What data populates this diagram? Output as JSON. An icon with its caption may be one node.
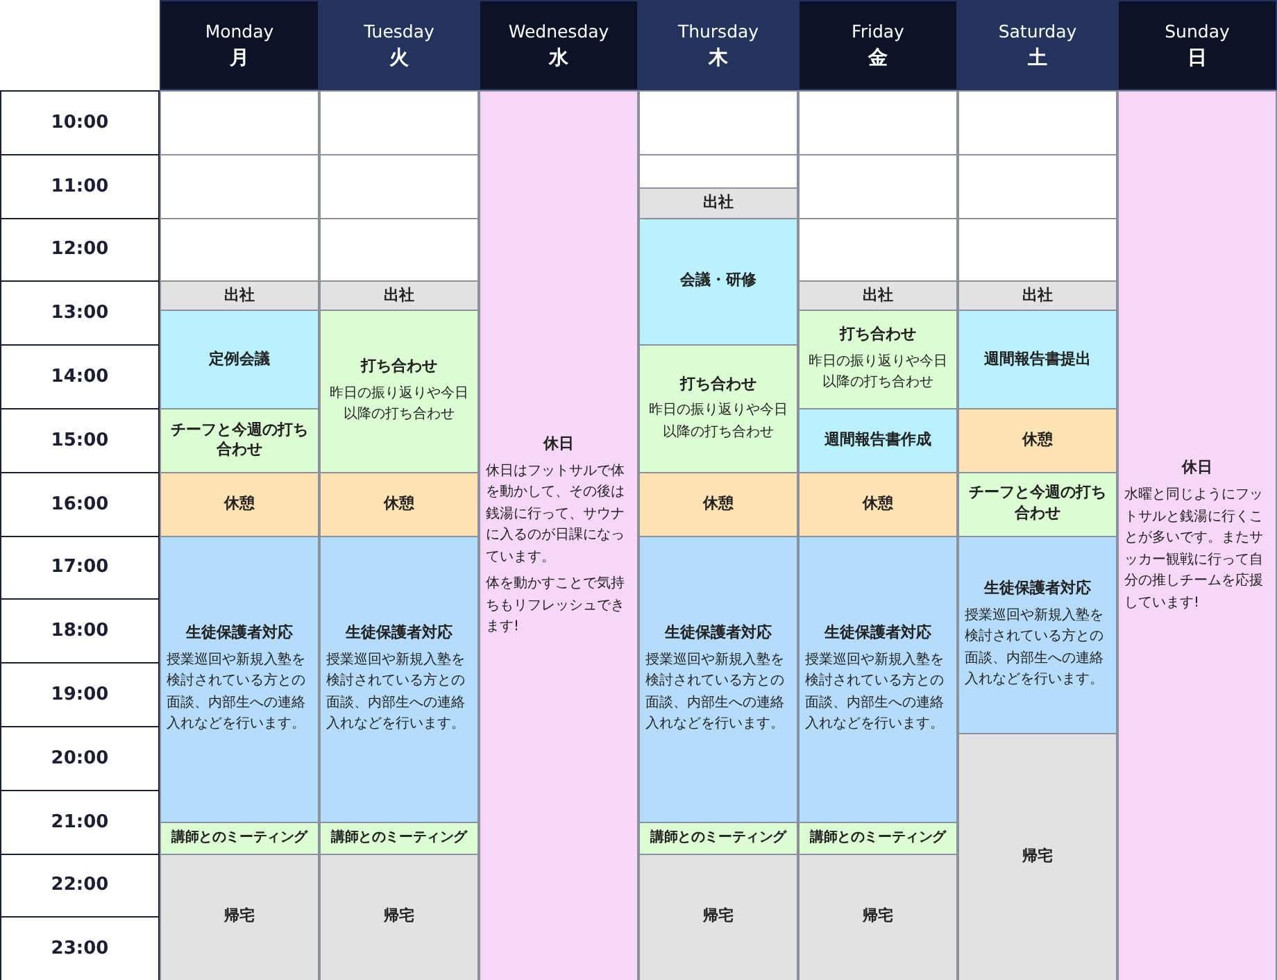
{
  "diagram": {
    "nodes": [
      {
        "text": [
          "Monday",
          "月"
        ]
      },
      {
        "text": [
          "Tuesday",
          "火"
        ]
      },
      {
        "text": [
          "Wednesday",
          "水"
        ]
      },
      {
        "text": [
          "Thursday",
          "木"
        ]
      },
      {
        "text": [
          "Friday",
          "金"
        ]
      },
      {
        "text": [
          "Saturday",
          "土"
        ]
      },
      {
        "text": [
          "Sunday",
          "日"
        ]
      },
      {
        "text": [
          "10:00"
        ]
      },
      {
        "text": [
          "11:00"
        ]
      },
      {
        "text": [
          "12:00"
        ]
      },
      {
        "text": [
          "13:00"
        ]
      },
      {
        "text": [
          "14:00"
        ]
      },
      {
        "text": [
          "15:00"
        ]
      },
      {
        "text": [
          "16:00"
        ]
      },
      {
        "text": [
          "17:00"
        ]
      },
      {
        "text": [
          "18:00"
        ]
      },
      {
        "text": [
          "19:00"
        ]
      },
      {
        "text": [
          "20:00"
        ]
      },
      {
        "text": [
          "21:00"
        ]
      },
      {
        "text": [
          "22:00"
        ]
      },
      {
        "text": [
          "23:00"
        ]
      },
      {
        "text": [],
        "shape": "box"
      },
      {
        "text": [],
        "shape": "box"
      },
      {
        "text": [],
        "shape": "box"
      },
      {
        "text": [
          "出社"
        ]
      },
      {
        "text": [
          "定例会議"
        ]
      },
      {
        "text": [
          "チーフと今週の打ち合わせ"
        ]
      },
      {
        "text": [
          "休憩"
        ]
      },
      {
        "text": [
          "生徒保護者対応",
          "授業巡回や新規入塾を検討されている方との面談、内部生への連絡入れなどを行います。"
        ]
      },
      {
        "text": [
          "講師とのミーティング"
        ]
      },
      {
        "text": [
          "帰宅"
        ]
      },
      {
        "text": [],
        "shape": "box"
      },
      {
        "text": [],
        "shape": "box"
      },
      {
        "text": [],
        "shape": "box"
      },
      {
        "text": [
          "出社"
        ]
      },
      {
        "text": [
          "打ち合わせ",
          "昨日の振り返りや今日以降の打ち合わせ"
        ]
      },
      {
        "text": [
          "休憩"
        ]
      },
      {
        "text": [
          "生徒保護者対応",
          "授業巡回や新規入塾を検討されている方との面談、内部生への連絡入れなどを行います。"
        ]
      },
      {
        "text": [
          "講師とのミーティング"
        ]
      },
      {
        "text": [
          "帰宅"
        ]
      },
      {
        "text": [
          "休日",
          "休日はフットサルで体を動かして、その後は銭湯に行って、サウナに入るのが日課になっています。",
          "体を動かすことで気持ちもリフレッシュできます!"
        ]
      },
      {
        "text": [],
        "shape": "box"
      },
      {
        "text": [],
        "shape": "box"
      },
      {
        "text": [
          "出社"
        ]
      },
      {
        "text": [
          "会議・研修"
        ]
      },
      {
        "text": [
          "打ち合わせ",
          "昨日の振り返りや今日以降の打ち合わせ"
        ]
      },
      {
        "text": [
          "休憩"
        ]
      },
      {
        "text": [
          "生徒保護者対応",
          "授業巡回や新規入塾を検討されている方との面談、内部生への連絡入れなどを行います。"
        ]
      },
      {
        "text": [
          "講師とのミーティング"
        ]
      },
      {
        "text": [
          "帰宅"
        ]
      },
      {
        "text": [],
        "shape": "box"
      },
      {
        "text": [],
        "shape": "box"
      },
      {
        "text": [],
        "shape": "box"
      },
      {
        "text": [
          "出社"
        ]
      },
      {
        "text": [
          "打ち合わせ",
          "昨日の振り返りや今日以降の打ち合わせ"
        ]
      },
      {
        "text": [
          "週間報告書作成"
        ]
      },
      {
        "text": [
          "休憩"
        ]
      },
      {
        "text": [
          "生徒保護者対応",
          "授業巡回や新規入塾を検討されている方との面談、内部生への連絡入れなどを行います。"
        ]
      },
      {
        "text": [
          "講師とのミーティング"
        ]
      },
      {
        "text": [
          "帰宅"
        ]
      },
      {
        "text": [],
        "shape": "box"
      },
      {
        "text": [],
        "shape": "box"
      },
      {
        "text": [],
        "shape": "box"
      },
      {
        "text": [
          "出社"
        ]
      },
      {
        "text": [
          "週間報告書提出"
        ]
      },
      {
        "text": [
          "休憩"
        ]
      },
      {
        "text": [
          "チーフと今週の打ち合わせ"
        ]
      },
      {
        "text": [
          "生徒保護者対応",
          "授業巡回や新規入塾を検討されている方との面談、内部生への連絡入れなどを行います。"
        ]
      },
      {
        "text": [
          "帰宅"
        ]
      },
      {
        "text": [
          "休日",
          "水曜と同じようにフットサルと銭湯に行くことが多いです。またサッカー観戦に行って自分の推しチームを応援しています!"
        ]
      }
    ]
  }
}
